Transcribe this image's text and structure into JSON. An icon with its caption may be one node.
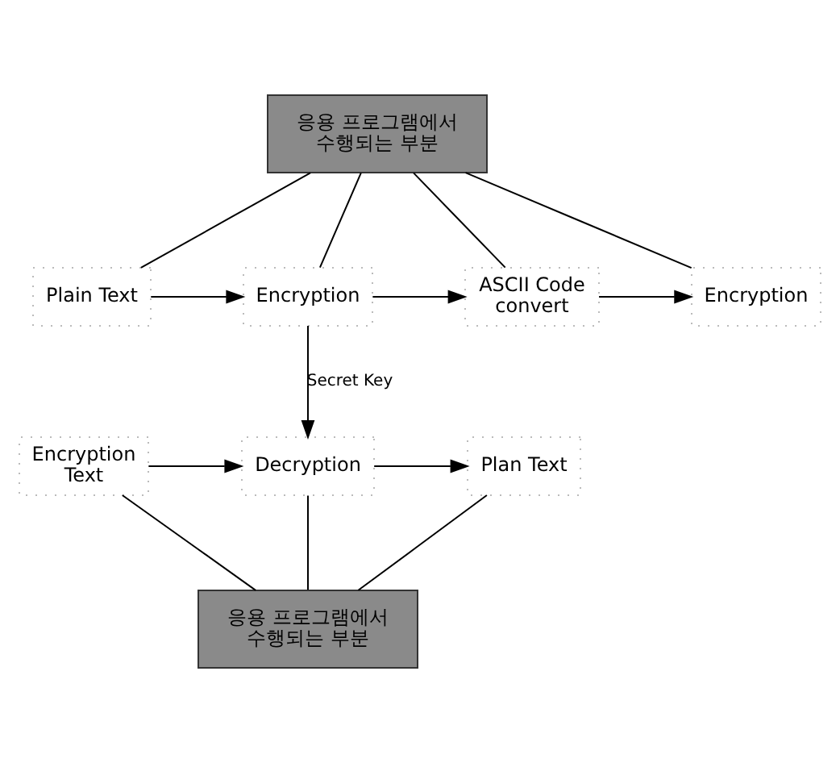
{
  "diagram": {
    "nodes": [
      {
        "text": [
          "응용 프로그램에서 수행되는 부분"
        ]
      },
      {
        "text": [
          "Plain Text"
        ]
      },
      {
        "text": [
          "Encryption"
        ]
      },
      {
        "text": [
          "ASCII Code convert"
        ]
      },
      {
        "text": [
          "Encryption"
        ]
      },
      {
        "text": [
          "Encryption Text"
        ]
      },
      {
        "text": [
          "Decryption"
        ]
      },
      {
        "text": [
          "Plan Text"
        ]
      },
      {
        "text": [
          "응용 프로그램에서 수행되는 부분"
        ]
      }
    ],
    "edges": [
      {
        "from": 0,
        "to": 1,
        "arrow": "none"
      },
      {
        "from": 0,
        "to": 2,
        "arrow": "none"
      },
      {
        "from": 0,
        "to": 3,
        "arrow": "none"
      },
      {
        "from": 0,
        "to": 4,
        "arrow": "none"
      },
      {
        "from": 1,
        "to": 2,
        "arrow": "to"
      },
      {
        "from": 2,
        "to": 3,
        "arrow": "to"
      },
      {
        "from": 3,
        "to": 4,
        "arrow": "to"
      },
      {
        "from": 2,
        "to": 6,
        "arrow": "to",
        "label": "Secret Key"
      },
      {
        "from": 5,
        "to": 6,
        "arrow": "to"
      },
      {
        "from": 6,
        "to": 7,
        "arrow": "to"
      },
      {
        "from": 5,
        "to": 8,
        "arrow": "none"
      },
      {
        "from": 6,
        "to": 8,
        "arrow": "none"
      },
      {
        "from": 7,
        "to": 8,
        "arrow": "none"
      }
    ]
  }
}
